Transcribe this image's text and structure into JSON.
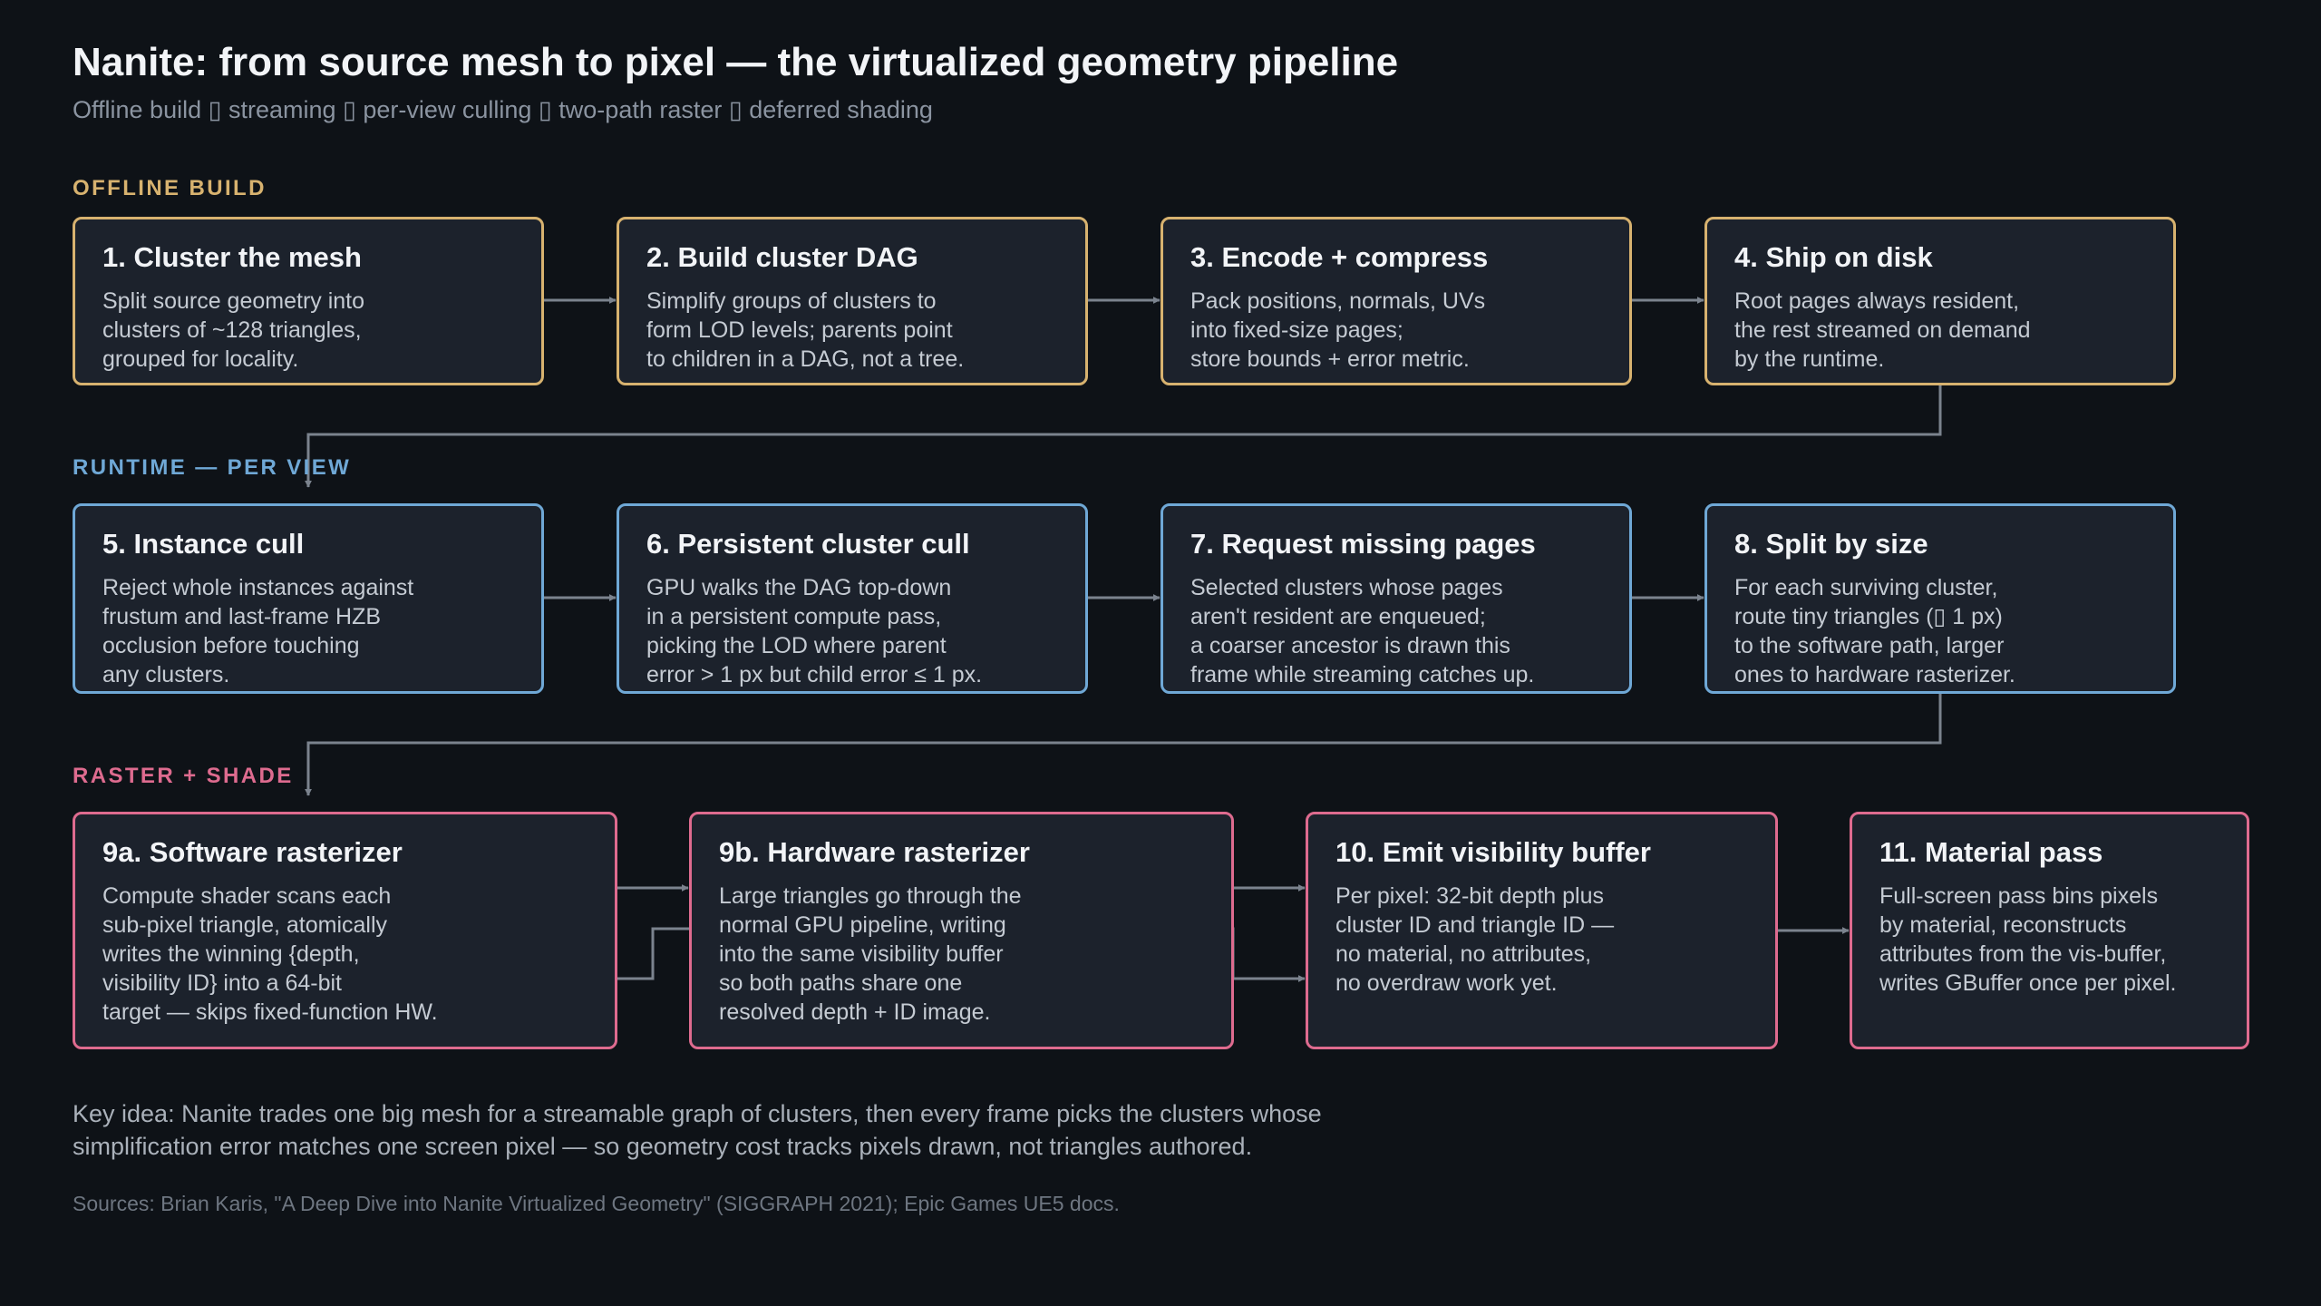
{
  "header": {
    "title": "Nanite: from source mesh to pixel — the virtualized geometry pipeline",
    "subtitle": "Offline build ▯ streaming ▯ per-view culling ▯ two-path raster ▯ deferred shading"
  },
  "sections": {
    "offline": "OFFLINE BUILD",
    "runtime": "RUNTIME — PER VIEW",
    "raster": "RASTER + SHADE"
  },
  "nodes": {
    "n1": {
      "title": "1. Cluster the mesh",
      "body": "Split source geometry into\nclusters of ~128 triangles,\ngrouped for locality."
    },
    "n2": {
      "title": "2. Build cluster DAG",
      "body": "Simplify groups of clusters to\nform LOD levels; parents point\nto children in a DAG, not a tree."
    },
    "n3": {
      "title": "3. Encode + compress",
      "body": "Pack positions, normals, UVs\ninto fixed-size pages;\nstore bounds + error metric."
    },
    "n4": {
      "title": "4. Ship on disk",
      "body": "Root pages always resident,\nthe rest streamed on demand\nby the runtime."
    },
    "n5": {
      "title": "5. Instance cull",
      "body": "Reject whole instances against\nfrustum and last-frame HZB\nocclusion before touching\nany clusters."
    },
    "n6": {
      "title": "6. Persistent cluster cull",
      "body": "GPU walks the DAG top-down\nin a persistent compute pass,\npicking the LOD where parent\nerror > 1 px but child error ≤ 1 px."
    },
    "n7": {
      "title": "7. Request missing pages",
      "body": "Selected clusters whose pages\naren't resident are enqueued;\na coarser ancestor is drawn this\nframe while streaming catches up."
    },
    "n8": {
      "title": "8. Split by size",
      "body": "For each surviving cluster,\nroute tiny triangles (▯ 1 px)\nto the software path, larger\nones to hardware rasterizer."
    },
    "n9a": {
      "title": "9a. Software rasterizer",
      "body": "Compute shader scans each\nsub-pixel triangle, atomically\nwrites the winning {depth,\nvisibility ID} into a 64-bit\ntarget — skips fixed-function HW."
    },
    "n9b": {
      "title": "9b. Hardware rasterizer",
      "body": "Large triangles go through the\nnormal GPU pipeline, writing\ninto the same visibility buffer\nso both paths share one\nresolved depth + ID image."
    },
    "n10": {
      "title": "10. Emit visibility buffer",
      "body": "Per pixel: 32-bit depth plus\ncluster ID and triangle ID —\nno material, no attributes,\nno overdraw work yet."
    },
    "n11": {
      "title": "11. Material pass",
      "body": "Full-screen pass bins pixels\nby material, reconstructs\nattributes from the vis-buffer,\nwrites GBuffer once per pixel."
    }
  },
  "footer": {
    "key_idea": "Key idea: Nanite trades one big mesh for a streamable graph of clusters, then every frame picks the clusters whose\nsimplification error matches one screen pixel — so geometry cost tracks pixels drawn, not triangles authored.",
    "sources": "Sources: Brian Karis, \"A Deep Dive into Nanite Virtualized Geometry\" (SIGGRAPH 2021); Epic Games UE5 docs."
  },
  "colors": {
    "offline": "#d7b26f",
    "runtime": "#6fa8d6",
    "raster": "#de6b8f",
    "edge": "#7b838e",
    "background": "#0e1217",
    "card": "#1c222c"
  }
}
